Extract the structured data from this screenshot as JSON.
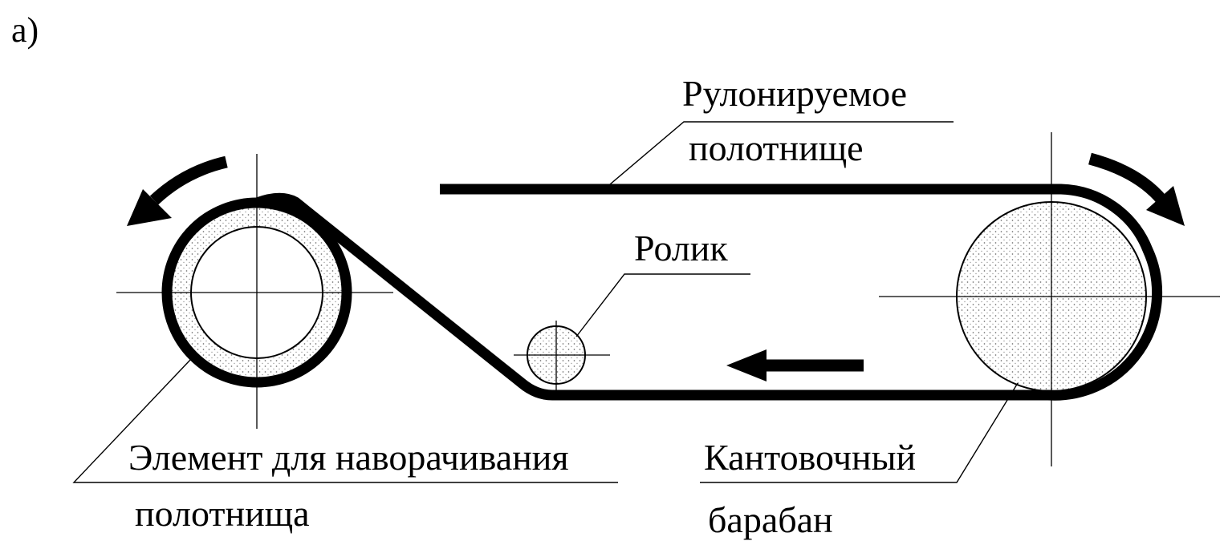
{
  "panel_label": "а)",
  "labels": {
    "web": [
      "Рулонируемое",
      "полотнище"
    ],
    "roller": "Ролик",
    "winding_element": [
      "Элемент для наворачивания",
      "полотнища"
    ],
    "turning_drum": [
      "Кантовочный",
      "барабан"
    ]
  },
  "colors": {
    "ink": "#000000",
    "stipple": "#9a9a9a",
    "paper": "#ffffff"
  },
  "icons": {
    "left_rotation": "curved-arrow-counterclockwise-icon",
    "right_rotation": "curved-arrow-clockwise-icon",
    "web_motion": "arrow-left-icon"
  }
}
